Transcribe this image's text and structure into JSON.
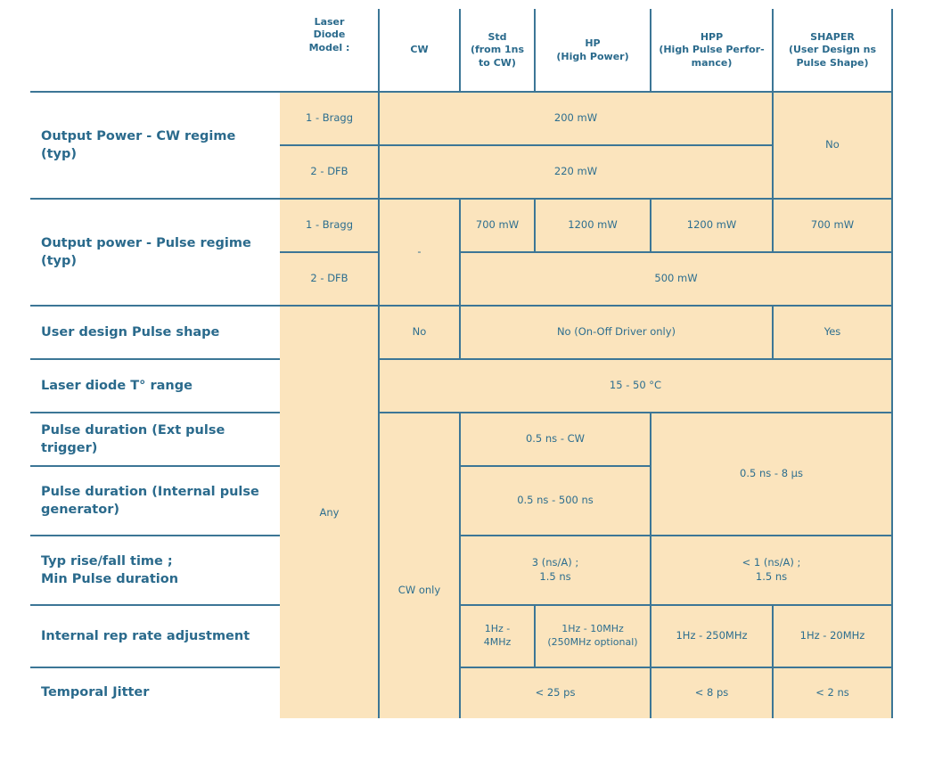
{
  "header": {
    "model_col": "Laser\nDiode\nModel :",
    "cw": "CW",
    "std": "Std\n(from 1ns\nto CW)",
    "hp": "HP\n(High Power)",
    "hpp": "HPP\n(High Pulse Perfor-\nmance)",
    "shaper": "SHAPER\n(User Design ns\nPulse Shape)"
  },
  "rows": {
    "cw_power": {
      "label": "Output Power - CW regime (typ)",
      "bragg": "1 - Bragg",
      "dfb": "2 - DFB",
      "bragg_value": "200 mW",
      "dfb_value": "220 mW",
      "shaper": "No"
    },
    "pulse_power": {
      "label": "Output power - Pulse regime  (typ)",
      "bragg": "1 - Bragg",
      "dfb": "2 - DFB",
      "cw": "-",
      "std": "700 mW",
      "hp": "1200 mW",
      "hpp": "1200 mW",
      "shaper": "700 mW",
      "dfb_value": "500 mW"
    },
    "pulse_shape": {
      "label": "User design Pulse shape",
      "model": "Any",
      "cw": "No",
      "mid": "No (On-Off Driver only)",
      "shaper": "Yes"
    },
    "temp_range": {
      "label": "Laser diode T° range",
      "value": "15 - 50 °C"
    },
    "pulse_ext": {
      "label": "Pulse duration (Ext pulse trigger)",
      "cw": "CW only",
      "std_hp": "0.5 ns - CW",
      "hpp_shaper": "0.5 ns - 8 µs"
    },
    "pulse_int": {
      "label": "Pulse duration (Internal pulse\ngenerator)",
      "std_hp": "0.5 ns - 500 ns"
    },
    "rise_fall": {
      "label": "Typ rise/fall time  ;\nMin Pulse duration",
      "std_hp": "3 (ns/A) ;\n1.5 ns",
      "hpp_shaper": "< 1  (ns/A) ;\n1.5 ns"
    },
    "rep_rate": {
      "label": "Internal rep rate adjustment",
      "std": "1Hz -\n4MHz",
      "hp": "1Hz - 10MHz\n(250MHz optional)",
      "hpp": "1Hz - 250MHz",
      "shaper": "1Hz - 20MHz"
    },
    "jitter": {
      "label": "Temporal Jitter",
      "std_hp": "< 25 ps",
      "hpp": "< 8 ps",
      "shaper": "< 2 ns"
    }
  }
}
